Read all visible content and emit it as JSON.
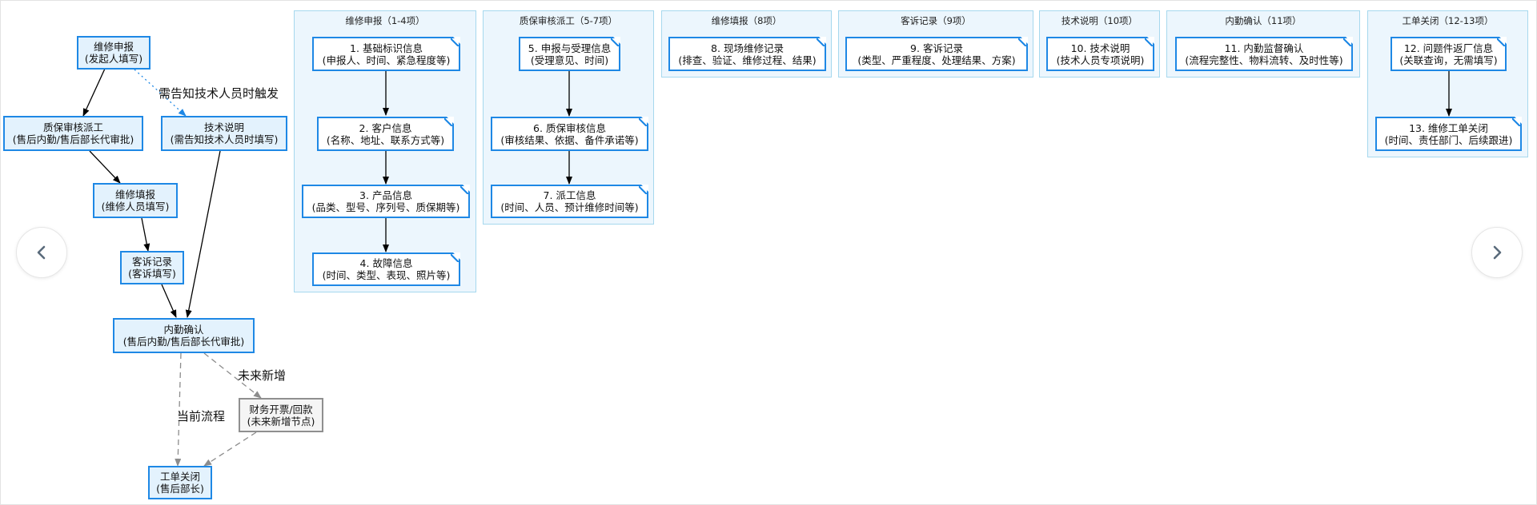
{
  "flow": {
    "report": {
      "title": "维修申报",
      "sub": "(发起人填写)"
    },
    "warranty": {
      "title": "质保审核派工",
      "sub": "(售后内勤/售后部长代审批)"
    },
    "tech": {
      "title": "技术说明",
      "sub": "(需告知技术人员时填写)"
    },
    "repair": {
      "title": "维修填报",
      "sub": "(维修人员填写)"
    },
    "complaint": {
      "title": "客诉记录",
      "sub": "(客诉填写)"
    },
    "internal": {
      "title": "内勤确认",
      "sub": "(售后内勤/售后部长代审批)"
    },
    "finance": {
      "title": "财务开票/回款",
      "sub": "(未来新增节点)"
    },
    "close": {
      "title": "工单关闭",
      "sub": "(售后部长)"
    }
  },
  "edge_labels": {
    "tech_trigger": "需告知技术人员时触发",
    "future": "未来新增",
    "current": "当前流程"
  },
  "groups": [
    {
      "title": "维修申报（1-4项）",
      "notes": [
        {
          "title": "1. 基础标识信息",
          "sub": "(申报人、时间、紧急程度等)"
        },
        {
          "title": "2. 客户信息",
          "sub": "(名称、地址、联系方式等)"
        },
        {
          "title": "3. 产品信息",
          "sub": "(品类、型号、序列号、质保期等)"
        },
        {
          "title": "4. 故障信息",
          "sub": "(时间、类型、表现、照片等)"
        }
      ]
    },
    {
      "title": "质保审核派工（5-7项）",
      "notes": [
        {
          "title": "5. 申报与受理信息",
          "sub": "(受理意见、时间)"
        },
        {
          "title": "6. 质保审核信息",
          "sub": "(审核结果、依据、备件承诺等)"
        },
        {
          "title": "7. 派工信息",
          "sub": "(时间、人员、预计维修时间等)"
        }
      ]
    },
    {
      "title": "维修填报（8项）",
      "notes": [
        {
          "title": "8. 现场维修记录",
          "sub": "(排查、验证、维修过程、结果)"
        }
      ]
    },
    {
      "title": "客诉记录（9项）",
      "notes": [
        {
          "title": "9. 客诉记录",
          "sub": "(类型、严重程度、处理结果、方案)"
        }
      ]
    },
    {
      "title": "技术说明（10项）",
      "notes": [
        {
          "title": "10. 技术说明",
          "sub": "(技术人员专项说明)"
        }
      ]
    },
    {
      "title": "内勤确认（11项）",
      "notes": [
        {
          "title": "11. 内勤监督确认",
          "sub": "(流程完整性、物料流转、及时性等)"
        }
      ]
    },
    {
      "title": "工单关闭（12-13项）",
      "notes": [
        {
          "title": "12. 问题件返厂信息",
          "sub": "(关联查询，无需填写)"
        },
        {
          "title": "13. 维修工单关闭",
          "sub": "(时间、责任部门、后续跟进)"
        }
      ]
    }
  ],
  "nav": {
    "prev_icon": "chevron-left-icon",
    "next_icon": "chevron-right-icon"
  },
  "colors": {
    "node_fill": "#e3f2fd",
    "node_border": "#1e88e5",
    "group_fill": "#ecf6fd",
    "future_border": "#8f8f8f"
  }
}
